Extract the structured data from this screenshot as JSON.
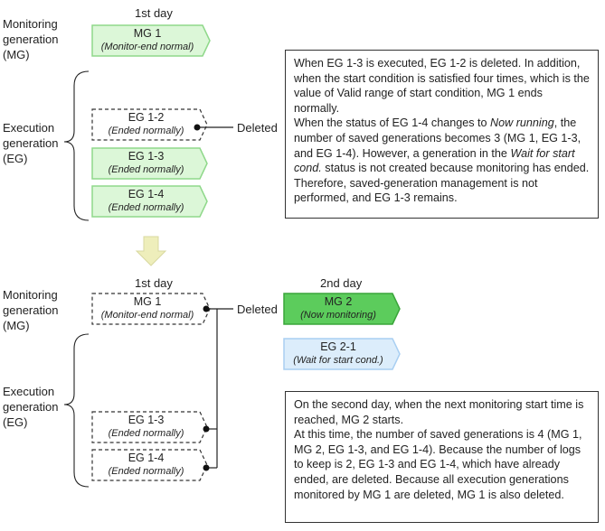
{
  "colors": {
    "green_fill": "#dcf7d8",
    "green_stroke": "#8fd88a",
    "green_dark_fill": "#5ccc5c",
    "green_dark_stroke": "#3aa53a",
    "blue_fill": "#dcedfb",
    "blue_stroke": "#a9cff2",
    "dashed_stroke": "#333333",
    "arrow_fill": "#eeeebb"
  },
  "top": {
    "day_label": "1st day",
    "mg_label": [
      "Monitoring",
      "generation",
      "(MG)"
    ],
    "eg_label": [
      "Execution",
      "generation",
      "(EG)"
    ],
    "deleted_label": "Deleted",
    "mg1": {
      "name": "MG 1",
      "status": "Monitor-end normal"
    },
    "eg12": {
      "name": "EG 1-2",
      "status": "Ended normally"
    },
    "eg13": {
      "name": "EG 1-3",
      "status": "Ended normally"
    },
    "eg14": {
      "name": "EG 1-4",
      "status": "Ended normally"
    },
    "note": {
      "p1": "When EG 1-3 is executed, EG 1-2 is deleted. In addition, when the start condition is satisfied four times, which is the value of Valid range of start condition, MG 1 ends normally.",
      "p2a": "When the status of EG 1-4 changes to ",
      "p2b": "Now running",
      "p2c": ", the number of saved generations becomes 3 (MG 1, EG 1-3, and EG 1-4). However, a generation in the ",
      "p2d": "Wait for start cond.",
      "p2e": " status is not created because monitoring has ended. Therefore, saved-generation management is not performed, and EG 1-3 remains."
    }
  },
  "bottom": {
    "day1_label": "1st day",
    "day2_label": "2nd day",
    "mg_label": [
      "Monitoring",
      "generation",
      "(MG)"
    ],
    "eg_label": [
      "Execution",
      "generation",
      "(EG)"
    ],
    "deleted_label": "Deleted",
    "mg1": {
      "name": "MG 1",
      "status": "Monitor-end normal"
    },
    "eg13": {
      "name": "EG 1-3",
      "status": "Ended normally"
    },
    "eg14": {
      "name": "EG 1-4",
      "status": "Ended normally"
    },
    "mg2": {
      "name": "MG 2",
      "status": "Now monitoring"
    },
    "eg21": {
      "name": "EG 2-1",
      "status": "Wait for start cond."
    },
    "note": {
      "p1": "On the second day, when the next monitoring start time is reached, MG 2 starts.",
      "p2": "At this time, the number of saved generations is 4 (MG 1, MG 2, EG 1-3, and EG 1-4). Because the number of logs to keep is 2, EG 1-3 and EG 1-4, which have already ended, are deleted. Because all execution generations monitored by MG 1 are deleted, MG 1 is also deleted."
    }
  }
}
